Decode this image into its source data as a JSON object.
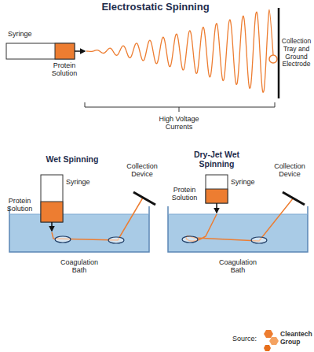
{
  "diagram": {
    "title": "Electrostatic Spinning",
    "labels": [
      "Syringe",
      "Protein Solution",
      "Collection Tray and Ground Electrode",
      "High Voltage Currents",
      "Wet Spinning",
      "Syringe",
      "Protein Solution",
      "Collection Device",
      "Coagulation Bath",
      "Dry-Jet Wet Spinning",
      "Syringe",
      "Protein Solution",
      "Collection Device",
      "Coagulation Bath",
      "Source:",
      "Cleantech Group"
    ]
  }
}
